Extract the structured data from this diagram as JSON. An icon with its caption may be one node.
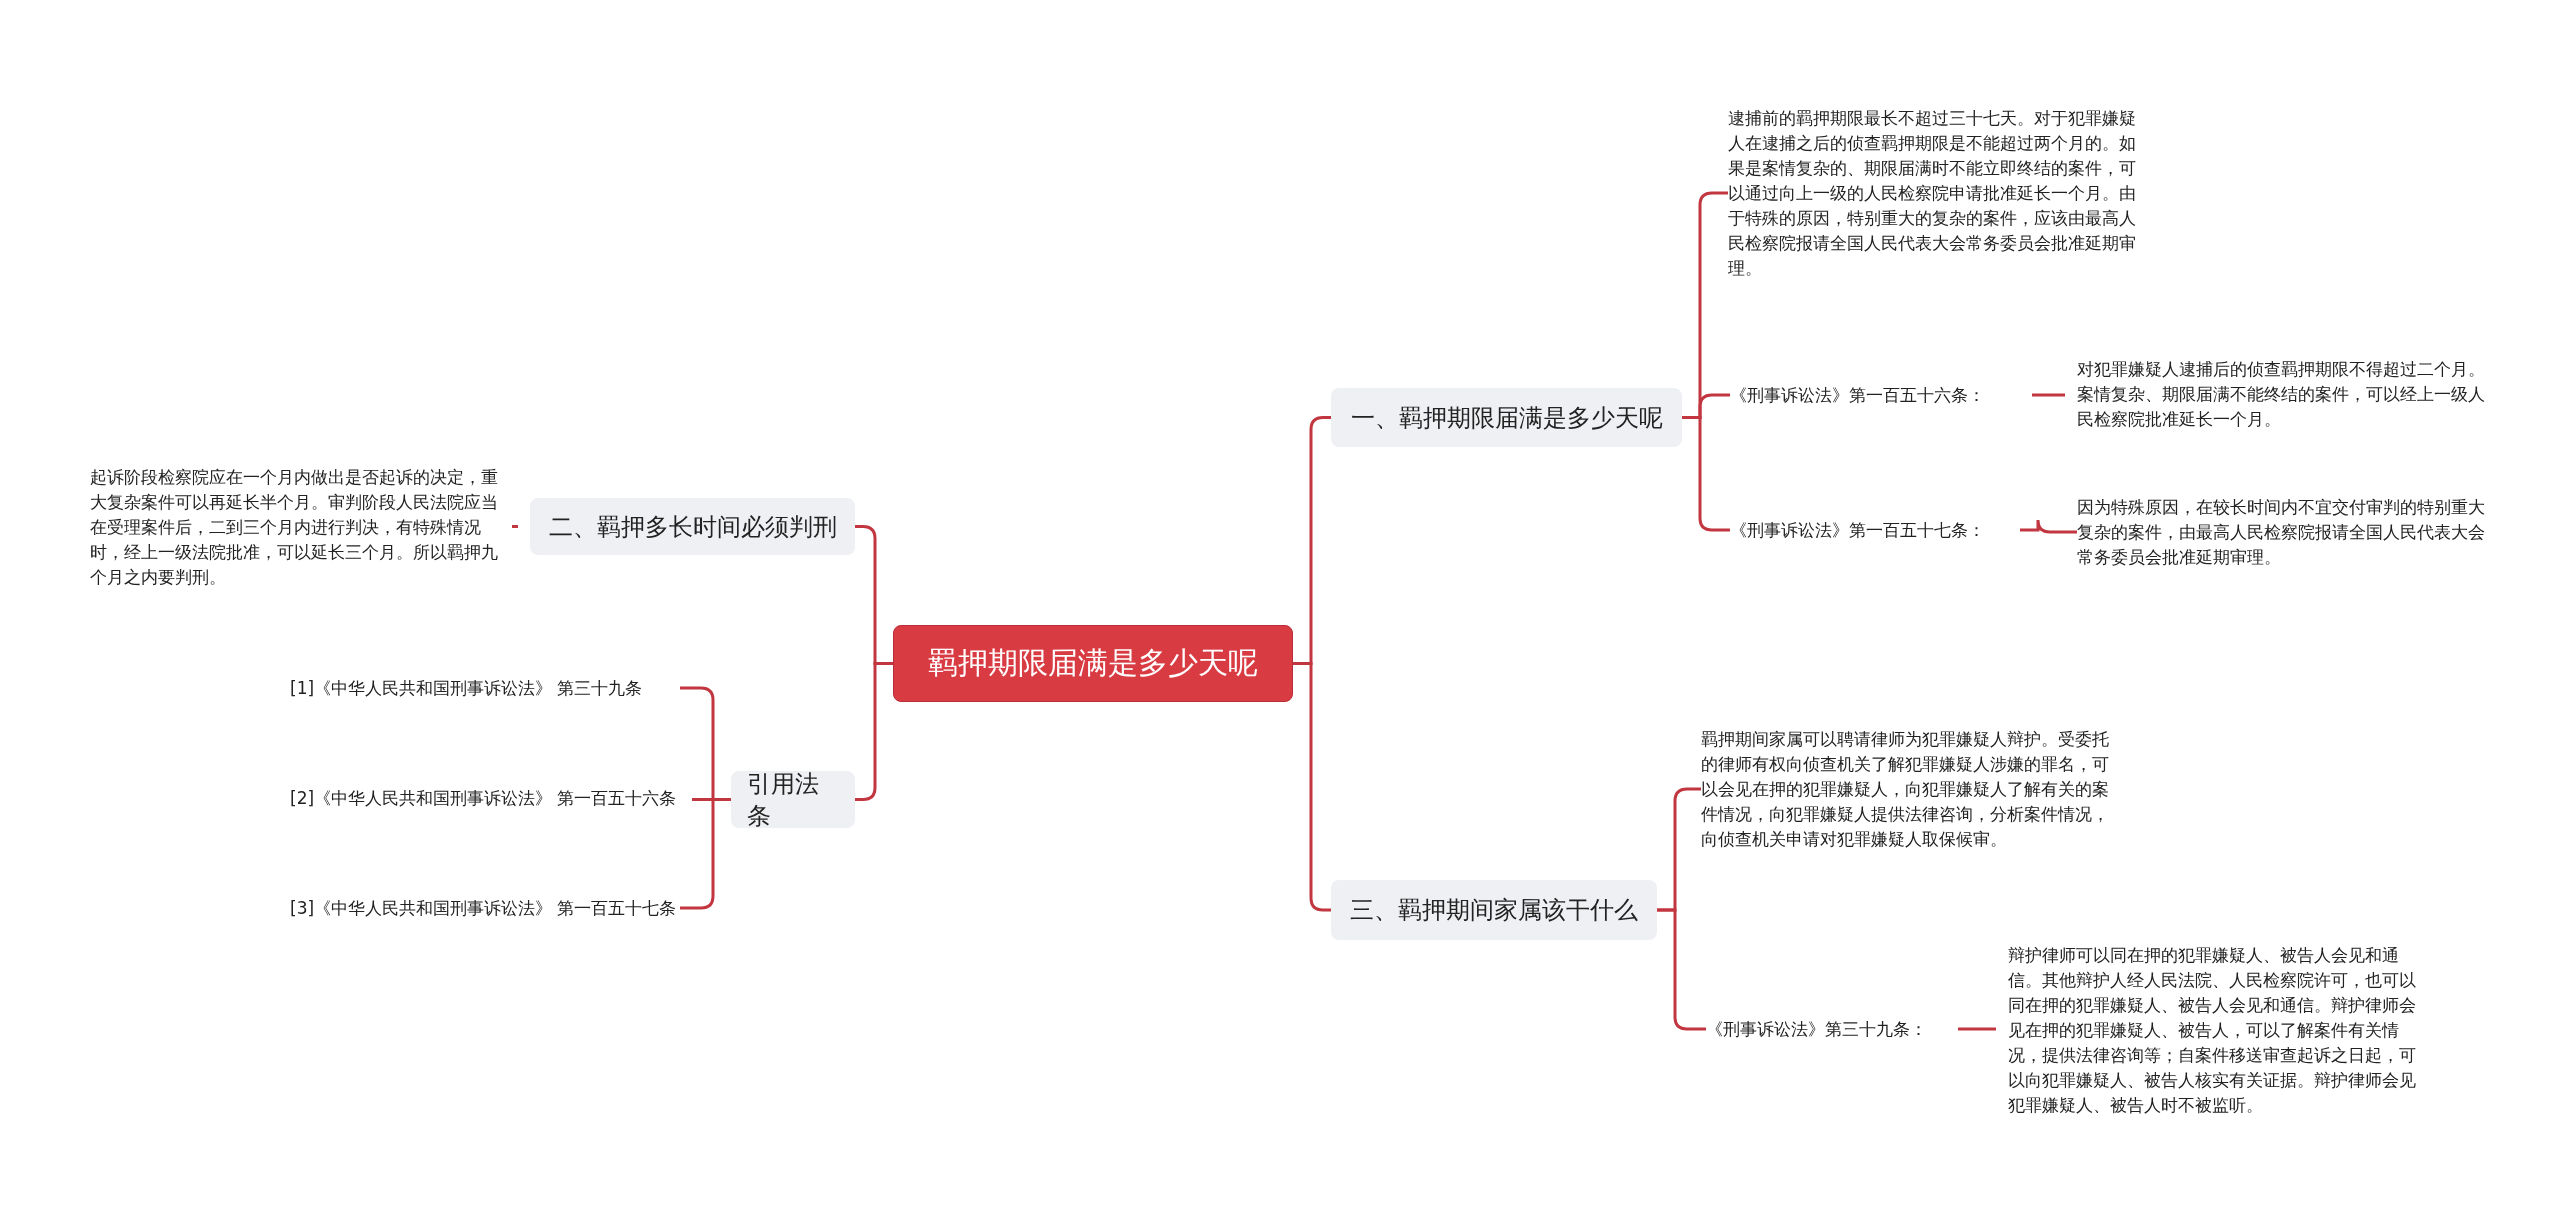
{
  "diagram": {
    "nodes": [
      {
        "text": [
          "羁押期限届满是多少天呢"
        ]
      },
      {
        "text": [
          "一、羁押期限届满是多少天呢"
        ]
      },
      {
        "text": [
          "逮捕前的羁押期限最长不超过三十七天。对于犯罪嫌疑人在逮捕之后的侦查羁押期限是不能超过两个月的。如果是案情复杂的、期限届满时不能立即终结的案件，可以通过向上一级的人民检察院申请批准延长一个月。由于特殊的原因，特别重大的复杂的案件，应该由最高人民检察院报请全国人民代表大会常务委员会批准延期审理。"
        ]
      },
      {
        "text": [
          "《刑事诉讼法》第一百五十六条："
        ]
      },
      {
        "text": [
          "对犯罪嫌疑人逮捕后的侦查羁押期限不得超过二个月。案情复杂、期限届满不能终结的案件，可以经上一级人民检察院批准延长一个月。"
        ]
      },
      {
        "text": [
          "《刑事诉讼法》第一百五十七条："
        ]
      },
      {
        "text": [
          "因为特殊原因，在较长时间内不宜交付审判的特别重大复杂的案件，由最高人民检察院报请全国人民代表大会常务委员会批准延期审理。"
        ]
      },
      {
        "text": [
          "二、羁押多长时间必须判刑"
        ]
      },
      {
        "text": [
          "起诉阶段检察院应在一个月内做出是否起诉的决定，重大复杂案件可以再延长半个月。审判阶段人民法院应当在受理案件后，二到三个月内进行判决，有特殊情况时，经上一级法院批准，可以延长三个月。所以羁押九个月之内要判刑。"
        ]
      },
      {
        "text": [
          "引用法条"
        ]
      },
      {
        "text": [
          "[1]《中华人民共和国刑事诉讼法》 第三十九条"
        ]
      },
      {
        "text": [
          "[2]《中华人民共和国刑事诉讼法》 第一百五十六条"
        ]
      },
      {
        "text": [
          "[3]《中华人民共和国刑事诉讼法》 第一百五十七条"
        ]
      },
      {
        "text": [
          "三、羁押期间家属该干什么"
        ]
      },
      {
        "text": [
          "羁押期间家属可以聘请律师为犯罪嫌疑人辩护。受委托的律师有权向侦查机关了解犯罪嫌疑人涉嫌的罪名，可以会见在押的犯罪嫌疑人，向犯罪嫌疑人了解有关的案件情况，向犯罪嫌疑人提供法律咨询，分析案件情况，向侦查机关申请对犯罪嫌疑人取保候审。"
        ]
      },
      {
        "text": [
          "《刑事诉讼法》第三十九条："
        ]
      },
      {
        "text": [
          "辩护律师可以同在押的犯罪嫌疑人、被告人会见和通信。其他辩护人经人民法院、人民检察院许可，也可以同在押的犯罪嫌疑人、被告人会见和通信。辩护律师会见在押的犯罪嫌疑人、被告人，可以了解案件有关情况，提供法律咨询等；自案件移送审查起诉之日起，可以向犯罪嫌疑人、被告人核实有关证据。辩护律师会见犯罪嫌疑人、被告人时不被监听。"
        ]
      }
    ],
    "edges": [
      {
        "from": 0,
        "to": 1,
        "arrow": "none"
      },
      {
        "from": 1,
        "to": 2,
        "arrow": "none"
      },
      {
        "from": 1,
        "to": 3,
        "arrow": "none"
      },
      {
        "from": 3,
        "to": 4,
        "arrow": "none"
      },
      {
        "from": 1,
        "to": 5,
        "arrow": "none"
      },
      {
        "from": 5,
        "to": 6,
        "arrow": "none"
      },
      {
        "from": 0,
        "to": 7,
        "arrow": "none"
      },
      {
        "from": 7,
        "to": 8,
        "arrow": "none"
      },
      {
        "from": 0,
        "to": 9,
        "arrow": "none"
      },
      {
        "from": 9,
        "to": 10,
        "arrow": "none"
      },
      {
        "from": 9,
        "to": 11,
        "arrow": "none"
      },
      {
        "from": 9,
        "to": 12,
        "arrow": "none"
      },
      {
        "from": 0,
        "to": 13,
        "arrow": "none"
      },
      {
        "from": 13,
        "to": 14,
        "arrow": "none"
      },
      {
        "from": 13,
        "to": 15,
        "arrow": "none"
      },
      {
        "from": 15,
        "to": 16,
        "arrow": "none"
      }
    ]
  }
}
